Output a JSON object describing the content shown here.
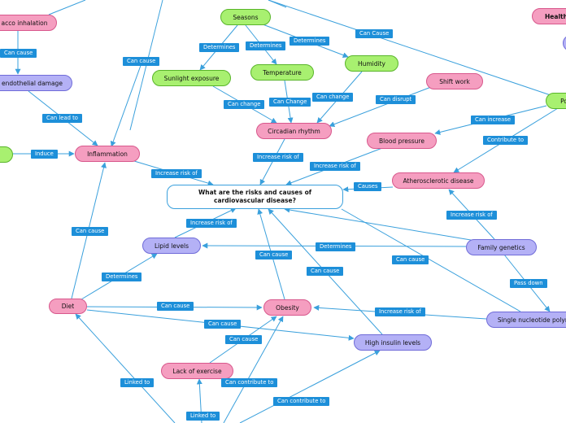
{
  "center_question": "What are the risks and causes of cardiovascular disease?",
  "nodes": {
    "tobacco": "acco inhalation",
    "endothelial": "endothelial damage",
    "left_green": "",
    "inflammation": "Inflammation",
    "seasons": "Seasons",
    "sunlight": "Sunlight exposure",
    "temperature": "Temperature",
    "humidity": "Humidity",
    "circadian": "Circadian rhythm",
    "shift_work": "Shift work",
    "blood_pressure": "Blood pressure",
    "health": "Health",
    "po": "Po",
    "atherosclerotic": "Atherosclerotic disease",
    "lipid": "Lipid levels",
    "family": "Family genetics",
    "diet": "Diet",
    "obesity": "Obesity",
    "snp": "Single nucleotide polym",
    "insulin": "High insulin levels",
    "exercise": "Lack of exercise"
  },
  "labels": {
    "l_can_cause_tobacco": "Can cause",
    "l_can_lead_to": "Can lead to",
    "l_induce": "Induce",
    "l_can_cause_infl_top": "Can cause",
    "l_det_sunlight": "Determines",
    "l_det_temp": "Determines",
    "l_det_humid": "Determines",
    "l_can_cause_po": "Can Cause",
    "l_can_change_sun": "Can change",
    "l_can_change_temp": "Can Change",
    "l_can_change_humid": "Can change",
    "l_can_disrupt": "Can disrupt",
    "l_can_increase": "Can increase",
    "l_contribute_to": "Contribute to",
    "l_inc_risk_circ": "Increase risk of",
    "l_inc_risk_bp": "Increase risk of",
    "l_inc_risk_infl": "Increase risk of",
    "l_causes": "Causes",
    "l_inc_risk_lipid": "Increase risk of",
    "l_inc_risk_fam": "Increase risk of",
    "l_determines_fam": "Determines",
    "l_can_cause_diet": "Can cause",
    "l_can_cause_obesity_up": "Can cause",
    "l_can_cause_insulin_up": "Can cause",
    "l_can_cause_fam_center": "Can cause",
    "l_determines_diet": "Determines",
    "l_pass_down": "Pass down",
    "l_can_cause_diet_obesity": "Can cause",
    "l_inc_risk_snp": "Increase risk of",
    "l_can_cause_diet_insulin": "Can cause",
    "l_can_cause_exercise": "Can cause",
    "l_linked_to_diet": "Linked to",
    "l_can_contribute_obesity": "Can contribute to",
    "l_linked_to_exercise": "Linked to",
    "l_can_contribute_insulin": "Can contribute to"
  },
  "colors": {
    "risk_factor": "#f59ec0",
    "environment": "#a8f070",
    "biological": "#b4b1f6",
    "link_label": "#1d8fd9",
    "edge": "#3aa0dc"
  }
}
